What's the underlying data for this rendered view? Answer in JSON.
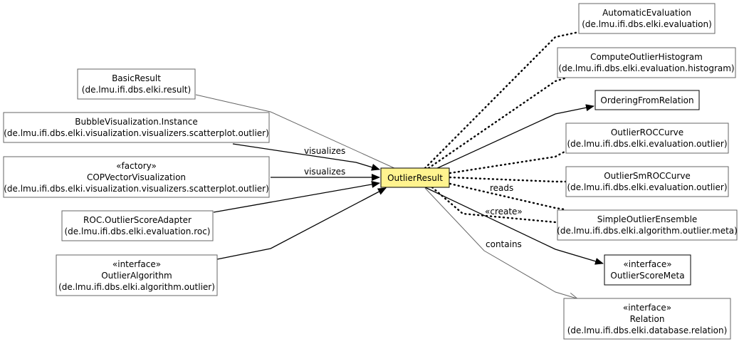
{
  "nodes": {
    "automatic_evaluation": {
      "lines": [
        "AutomaticEvaluation",
        "(de.lmu.ifi.dbs.elki.evaluation)"
      ]
    },
    "compute_outlier_histogram": {
      "lines": [
        "ComputeOutlierHistogram",
        "(de.lmu.ifi.dbs.elki.evaluation.histogram)"
      ]
    },
    "ordering_from_relation": {
      "lines": [
        "OrderingFromRelation"
      ]
    },
    "outlier_roc_curve": {
      "lines": [
        "OutlierROCCurve",
        "(de.lmu.ifi.dbs.elki.evaluation.outlier)"
      ]
    },
    "outlier_smroc_curve": {
      "lines": [
        "OutlierSmROCCurve",
        "(de.lmu.ifi.dbs.elki.evaluation.outlier)"
      ]
    },
    "simple_outlier_ensemble": {
      "lines": [
        "SimpleOutlierEnsemble",
        "(de.lmu.ifi.dbs.elki.algorithm.outlier.meta)"
      ]
    },
    "outlier_score_meta": {
      "lines": [
        "«interface»",
        "OutlierScoreMeta"
      ]
    },
    "relation": {
      "lines": [
        "«interface»",
        "Relation",
        "(de.lmu.ifi.dbs.elki.database.relation)"
      ]
    },
    "basic_result": {
      "lines": [
        "BasicResult",
        "(de.lmu.ifi.dbs.elki.result)"
      ]
    },
    "bubble_visualization": {
      "lines": [
        "BubbleVisualization.Instance",
        "(de.lmu.ifi.dbs.elki.visualization.visualizers.scatterplot.outlier)"
      ]
    },
    "cop_vector_visualization": {
      "lines": [
        "«factory»",
        "COPVectorVisualization",
        "(de.lmu.ifi.dbs.elki.visualization.visualizers.scatterplot.outlier)"
      ]
    },
    "roc_outlier_score_adapter": {
      "lines": [
        "ROC.OutlierScoreAdapter",
        "(de.lmu.ifi.dbs.elki.evaluation.roc)"
      ]
    },
    "outlier_algorithm": {
      "lines": [
        "«interface»",
        "OutlierAlgorithm",
        "(de.lmu.ifi.dbs.elki.algorithm.outlier)"
      ]
    },
    "outlier_result": {
      "lines": [
        "OutlierResult"
      ]
    }
  },
  "edge_labels": {
    "visualizes_1": "visualizes",
    "visualizes_2": "visualizes",
    "reads": "reads",
    "create": "«create»",
    "contains": "contains"
  },
  "colors": {
    "focus_fill": "#fff38f",
    "border_gray": "#666666",
    "border_black": "#000000"
  }
}
